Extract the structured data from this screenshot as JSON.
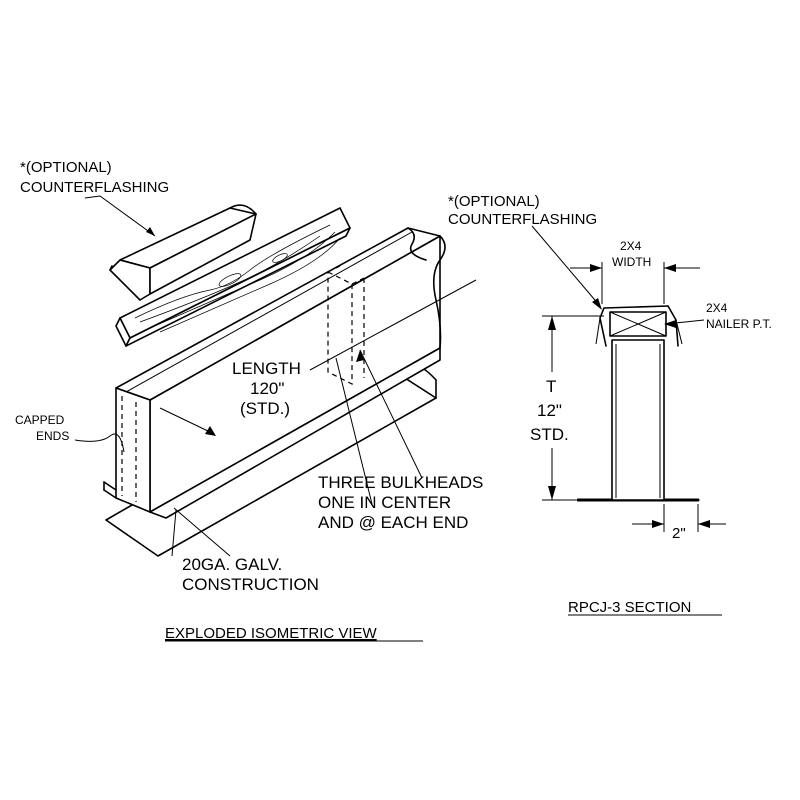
{
  "iso_view": {
    "title": "EXPLODED ISOMETRIC VIEW",
    "counterflashing": [
      "*(OPTIONAL)",
      "COUNTERFLASHING"
    ],
    "length": [
      "LENGTH",
      "120\"",
      "(STD.)"
    ],
    "capped_ends": [
      "CAPPED",
      "ENDS"
    ],
    "bulkheads": [
      "THREE BULKHEADS",
      "ONE IN CENTER",
      "AND @ EACH END"
    ],
    "construction": [
      "20GA. GALV.",
      "CONSTRUCTION"
    ]
  },
  "section_view": {
    "title": "RPCJ-3 SECTION",
    "counterflashing": [
      "*(OPTIONAL)",
      "COUNTERFLASHING"
    ],
    "width": [
      "2X4",
      "WIDTH"
    ],
    "nailer": [
      "2X4",
      "NAILER P.T."
    ],
    "height": [
      "T",
      "12\"",
      "STD."
    ],
    "flange": "2\""
  }
}
